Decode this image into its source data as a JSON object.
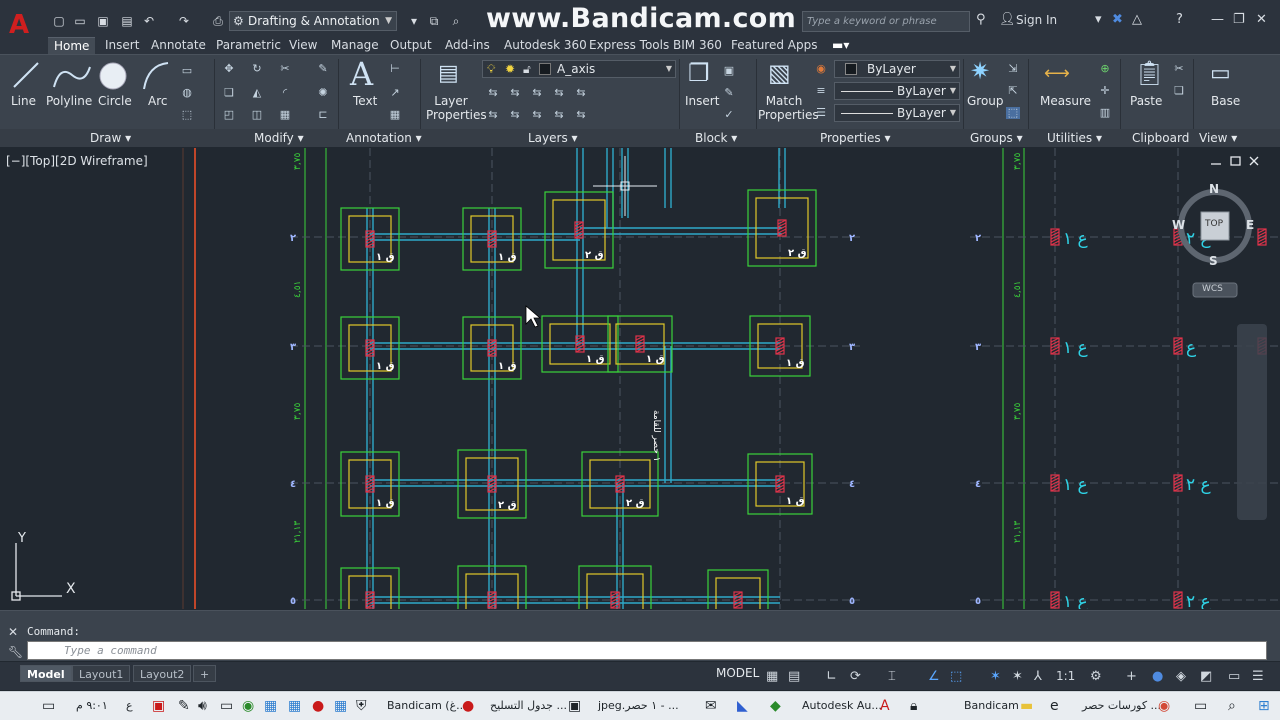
{
  "titlebar": {
    "workspace": "Drafting & Annotation",
    "watermark": "www.Bandicam.com",
    "search_placeholder": "Type a keyword or phrase",
    "signin": "Sign In"
  },
  "ribbon_tabs": [
    "Home",
    "Insert",
    "Annotate",
    "Parametric",
    "View",
    "Manage",
    "Output",
    "Add-ins",
    "Autodesk 360",
    "Express Tools",
    "BIM 360",
    "Featured Apps"
  ],
  "draw": {
    "line": "Line",
    "polyline": "Polyline",
    "circle": "Circle",
    "arc": "Arc",
    "title": "Draw"
  },
  "modify": {
    "title": "Modify"
  },
  "annotation": {
    "text": "Text",
    "title": "Annotation"
  },
  "layers": {
    "layer_properties_1": "Layer",
    "layer_properties_2": "Properties",
    "current_layer": "A_axis",
    "title": "Layers"
  },
  "block": {
    "insert": "Insert",
    "title": "Block"
  },
  "properties": {
    "match_1": "Match",
    "match_2": "Properties",
    "color": "ByLayer",
    "linetype": "ByLayer",
    "lineweight": "ByLayer",
    "title": "Properties"
  },
  "groups": {
    "group": "Group",
    "title": "Groups"
  },
  "utilities": {
    "measure": "Measure",
    "title": "Utilities"
  },
  "clipboard": {
    "paste": "Paste",
    "title": "Clipboard"
  },
  "view": {
    "base": "Base",
    "title": "View"
  },
  "viewport": {
    "label": "[−][Top][2D Wireframe]",
    "viewcube_top": "TOP",
    "viewcube_n": "N",
    "viewcube_s": "S",
    "viewcube_w": "W",
    "viewcube_e": "E",
    "wcs": "WCS",
    "ucs_x": "X",
    "ucs_y": "Y"
  },
  "drawing": {
    "grid_marks_left": [
      "٢",
      "٣",
      "٤",
      "٥"
    ],
    "grid_marks_mid": [
      "٢",
      "٣",
      "٤",
      "٥"
    ],
    "footing_labels": [
      "ق ١",
      "ق ١",
      "ق ٢",
      "ق ٢",
      "ق ١",
      "ق ١",
      "ق ١",
      "ق ١",
      "ق ١",
      "ق ١",
      "ق ٢",
      "ق ٢",
      "ق ١"
    ],
    "column_labels": [
      "ع ١",
      "ع ٢",
      "ع ١",
      "ع",
      "ع ١",
      "ع ٢",
      "ع ١",
      "ع ٢"
    ],
    "dims_left": [
      "٣,٧٥",
      "٤,٥١",
      "٣,٧٥",
      "٢١,١٣"
    ],
    "beam_note": "١ حصر للقامة"
  },
  "command": {
    "history": "Command:",
    "placeholder": "Type a command"
  },
  "layout_tabs": [
    "Model",
    "Layout1",
    "Layout2"
  ],
  "status": {
    "model": "MODEL",
    "scale": "1:1"
  },
  "taskbar": {
    "clock": "٩:٠١ م",
    "lang": "ع",
    "items": [
      "Bandicam (غ...",
      "جدول التسليح ...",
      "jpeg.١ حصر - ...",
      "Autodesk Au...",
      "Bandicam",
      "كورسات حصر ..."
    ]
  },
  "colors": {
    "background": "#212830",
    "beam": "#2fa9c9",
    "footing_outer": "#3ad23a",
    "footing_inner": "#e0c92a",
    "column": "#e0334a",
    "grid_line": "#2f8d2f",
    "label": "#ffffff"
  }
}
